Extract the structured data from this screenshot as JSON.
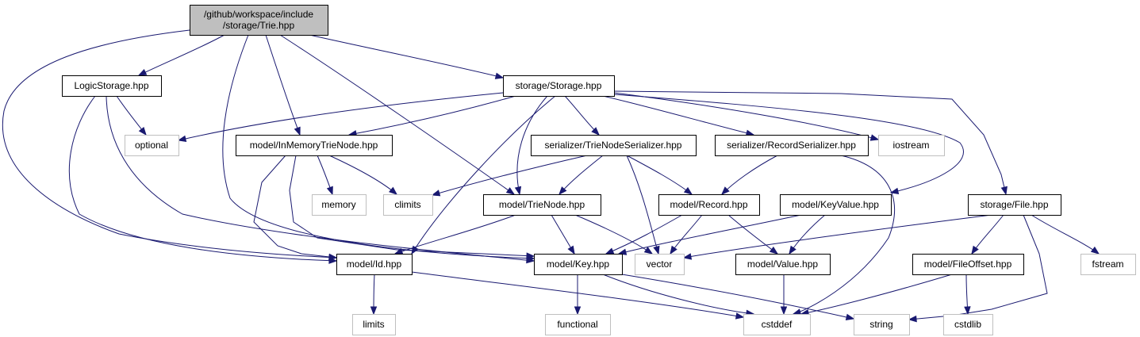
{
  "diagram": {
    "title": "",
    "colors": {
      "edge": "#191970",
      "root_fill": "#bfbfbf",
      "node_fill": "#ffffff",
      "node_border": "#000000",
      "system_border": "#bfbfbf",
      "system_text": "#000000"
    },
    "nodes": [
      {
        "id": "trie",
        "kind": "root",
        "lines": [
          "/github/workspace/include",
          "/storage/Trie.hpp"
        ]
      },
      {
        "id": "logicstorage",
        "kind": "local",
        "lines": [
          "LogicStorage.hpp"
        ]
      },
      {
        "id": "storage",
        "kind": "local",
        "lines": [
          "storage/Storage.hpp"
        ]
      },
      {
        "id": "optional",
        "kind": "system",
        "lines": [
          "optional"
        ]
      },
      {
        "id": "inmemory",
        "kind": "local",
        "lines": [
          "model/InMemoryTrieNode.hpp"
        ]
      },
      {
        "id": "tnser",
        "kind": "local",
        "lines": [
          "serializer/TrieNodeSerializer.hpp"
        ]
      },
      {
        "id": "recser",
        "kind": "local",
        "lines": [
          "serializer/RecordSerializer.hpp"
        ]
      },
      {
        "id": "iostream",
        "kind": "system",
        "lines": [
          "iostream"
        ]
      },
      {
        "id": "memory",
        "kind": "system",
        "lines": [
          "memory"
        ]
      },
      {
        "id": "climits",
        "kind": "system",
        "lines": [
          "climits"
        ]
      },
      {
        "id": "trienode",
        "kind": "local",
        "lines": [
          "model/TrieNode.hpp"
        ]
      },
      {
        "id": "record",
        "kind": "local",
        "lines": [
          "model/Record.hpp"
        ]
      },
      {
        "id": "keyvalue",
        "kind": "local",
        "lines": [
          "model/KeyValue.hpp"
        ]
      },
      {
        "id": "file",
        "kind": "local",
        "lines": [
          "storage/File.hpp"
        ]
      },
      {
        "id": "id",
        "kind": "local",
        "lines": [
          "model/Id.hpp"
        ]
      },
      {
        "id": "key",
        "kind": "local",
        "lines": [
          "model/Key.hpp"
        ]
      },
      {
        "id": "vector",
        "kind": "system",
        "lines": [
          "vector"
        ]
      },
      {
        "id": "value",
        "kind": "local",
        "lines": [
          "model/Value.hpp"
        ]
      },
      {
        "id": "fileoffset",
        "kind": "local",
        "lines": [
          "model/FileOffset.hpp"
        ]
      },
      {
        "id": "fstream",
        "kind": "system",
        "lines": [
          "fstream"
        ]
      },
      {
        "id": "limits",
        "kind": "system",
        "lines": [
          "limits"
        ]
      },
      {
        "id": "functional",
        "kind": "system",
        "lines": [
          "functional"
        ]
      },
      {
        "id": "cstddef",
        "kind": "system",
        "lines": [
          "cstddef"
        ]
      },
      {
        "id": "string",
        "kind": "system",
        "lines": [
          "string"
        ]
      },
      {
        "id": "cstdlib",
        "kind": "system",
        "lines": [
          "cstdlib"
        ]
      }
    ],
    "edges": [
      {
        "from": "trie",
        "to": "logicstorage"
      },
      {
        "from": "trie",
        "to": "storage"
      },
      {
        "from": "trie",
        "to": "inmemory"
      },
      {
        "from": "trie",
        "to": "trienode"
      },
      {
        "from": "trie",
        "to": "id"
      },
      {
        "from": "trie",
        "to": "key"
      },
      {
        "from": "logicstorage",
        "to": "optional"
      },
      {
        "from": "logicstorage",
        "to": "id"
      },
      {
        "from": "logicstorage",
        "to": "key"
      },
      {
        "from": "storage",
        "to": "optional"
      },
      {
        "from": "storage",
        "to": "inmemory"
      },
      {
        "from": "storage",
        "to": "tnser"
      },
      {
        "from": "storage",
        "to": "recser"
      },
      {
        "from": "storage",
        "to": "iostream"
      },
      {
        "from": "storage",
        "to": "trienode"
      },
      {
        "from": "storage",
        "to": "keyvalue"
      },
      {
        "from": "storage",
        "to": "file"
      },
      {
        "from": "storage",
        "to": "id"
      },
      {
        "from": "inmemory",
        "to": "memory"
      },
      {
        "from": "inmemory",
        "to": "climits"
      },
      {
        "from": "inmemory",
        "to": "id"
      },
      {
        "from": "inmemory",
        "to": "key"
      },
      {
        "from": "tnser",
        "to": "climits"
      },
      {
        "from": "tnser",
        "to": "trienode"
      },
      {
        "from": "tnser",
        "to": "record"
      },
      {
        "from": "tnser",
        "to": "vector"
      },
      {
        "from": "recser",
        "to": "record"
      },
      {
        "from": "recser",
        "to": "cstddef"
      },
      {
        "from": "trienode",
        "to": "id"
      },
      {
        "from": "trienode",
        "to": "key"
      },
      {
        "from": "trienode",
        "to": "vector"
      },
      {
        "from": "record",
        "to": "key"
      },
      {
        "from": "record",
        "to": "vector"
      },
      {
        "from": "record",
        "to": "value"
      },
      {
        "from": "keyvalue",
        "to": "key"
      },
      {
        "from": "keyvalue",
        "to": "value"
      },
      {
        "from": "file",
        "to": "vector"
      },
      {
        "from": "file",
        "to": "fileoffset"
      },
      {
        "from": "file",
        "to": "fstream"
      },
      {
        "from": "file",
        "to": "string"
      },
      {
        "from": "id",
        "to": "limits"
      },
      {
        "from": "id",
        "to": "cstddef"
      },
      {
        "from": "key",
        "to": "functional"
      },
      {
        "from": "key",
        "to": "cstddef"
      },
      {
        "from": "key",
        "to": "string"
      },
      {
        "from": "value",
        "to": "cstddef"
      },
      {
        "from": "fileoffset",
        "to": "cstddef"
      },
      {
        "from": "fileoffset",
        "to": "cstdlib"
      }
    ]
  }
}
